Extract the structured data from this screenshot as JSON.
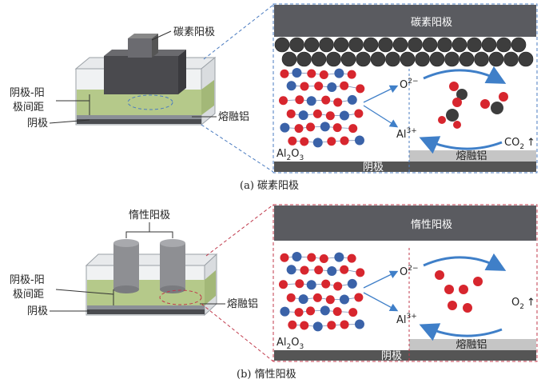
{
  "panel_a": {
    "caption": "(a) 碳素阳极",
    "anode_label": "碳素阳极",
    "gap_label_line1": "阴极-阳",
    "gap_label_line2": "极间距",
    "cathode_label": "阴极",
    "melt_label": "熔融铝",
    "inset": {
      "anode_bar": "碳素阳极",
      "oxide_ion": "O",
      "oxide_charge": "2−",
      "al_ion": "Al",
      "al_charge": "3+",
      "alumina_main": "Al",
      "alumina_sub1": "2",
      "alumina_mid": "O",
      "alumina_sub2": "3",
      "gas_main": "CO",
      "gas_sub": "2",
      "arrow_up": "↑",
      "melt": "熔融铝",
      "cathode": "阴极"
    }
  },
  "panel_b": {
    "caption": "(b) 惰性阳极",
    "anode_label": "惰性阳极",
    "gap_label_line1": "阴极-阳",
    "gap_label_line2": "极间距",
    "cathode_label": "阴极",
    "melt_label": "熔融铝",
    "inset": {
      "anode_bar": "惰性阳极",
      "oxide_ion": "O",
      "oxide_charge": "2−",
      "al_ion": "Al",
      "al_charge": "3+",
      "alumina_main": "Al",
      "alumina_sub1": "2",
      "alumina_mid": "O",
      "alumina_sub2": "3",
      "gas_main": "O",
      "gas_sub": "2",
      "arrow_up": "↑",
      "melt": "熔融铝",
      "cathode": "阴极"
    }
  },
  "colors": {
    "oxygen": "#d7262e",
    "aluminum": "#3a62a8",
    "carbon": "#3d3d3d",
    "anode_dark": "#4a4a4e",
    "electrolyte": "#b5c98a",
    "dashed_blue": "#4a7bc0",
    "dashed_red": "#c0394b",
    "arrow_blue": "#3f7fc8"
  }
}
